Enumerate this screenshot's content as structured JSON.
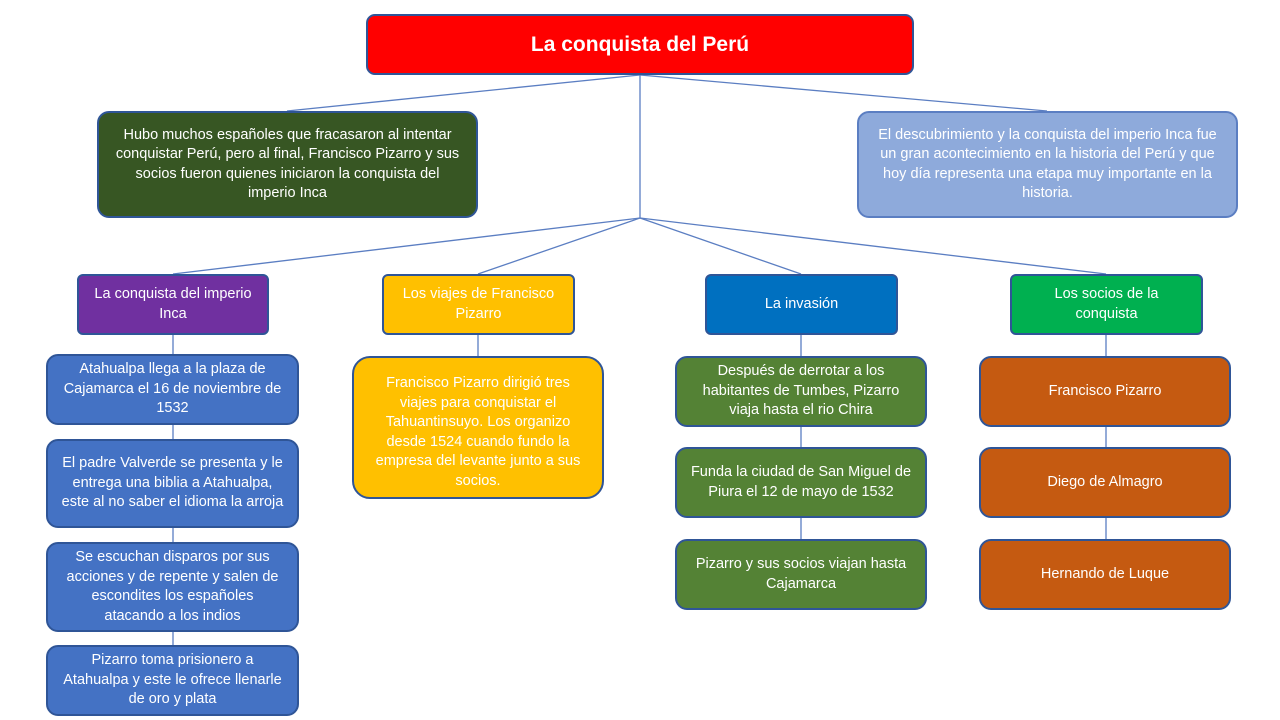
{
  "diagram": {
    "title": "La conquista del Perú",
    "intro_left": "Hubo muchos españoles que fracasaron al intentar conquistar Perú, pero al final, Francisco Pizarro y sus socios fueron quienes iniciaron la conquista del imperio Inca",
    "intro_right": "El descubrimiento y la conquista del imperio Inca fue un gran acontecimiento en la historia del Perú y que hoy día representa una etapa muy importante en la historia.",
    "branches": [
      {
        "header": "La conquista del imperio Inca",
        "color": "#7030a0",
        "items": [
          "Atahualpa llega a la plaza de Cajamarca el 16 de noviembre de 1532",
          "El padre Valverde se presenta y le entrega una biblia a Atahualpa, este al no saber el idioma la arroja",
          "Se escuchan disparos por sus acciones y de repente y salen de escondites los españoles atacando a los indios",
          "Pizarro toma prisionero a Atahualpa y este le ofrece llenarle de oro y plata"
        ]
      },
      {
        "header": "Los viajes de Francisco Pizarro",
        "color": "#ffc000",
        "items": [
          "Francisco Pizarro dirigió tres viajes para conquistar el Tahuantinsuyo. Los organizo desde 1524 cuando fundo la empresa del levante junto a sus socios."
        ]
      },
      {
        "header": "La invasión",
        "color": "#0070c0",
        "items": [
          "Después de derrotar a los habitantes de Tumbes, Pizarro viaja hasta el rio Chira",
          "Funda la ciudad de San Miguel de Piura el 12 de mayo de 1532",
          "Pizarro y sus socios viajan hasta Cajamarca"
        ]
      },
      {
        "header": "Los socios de la conquista",
        "color": "#00b050",
        "items": [
          "Francisco Pizarro",
          "Diego de Almagro",
          "Hernando de Luque"
        ]
      }
    ],
    "colors": {
      "title": "#ff0000",
      "intro_left": "#375623",
      "intro_right": "#8eaadb",
      "branch1_items": "#4472c4",
      "branch2_items": "#ffc000",
      "branch3_items": "#548235",
      "branch4_items": "#c55a11",
      "connector": "#5b7ec2"
    }
  }
}
